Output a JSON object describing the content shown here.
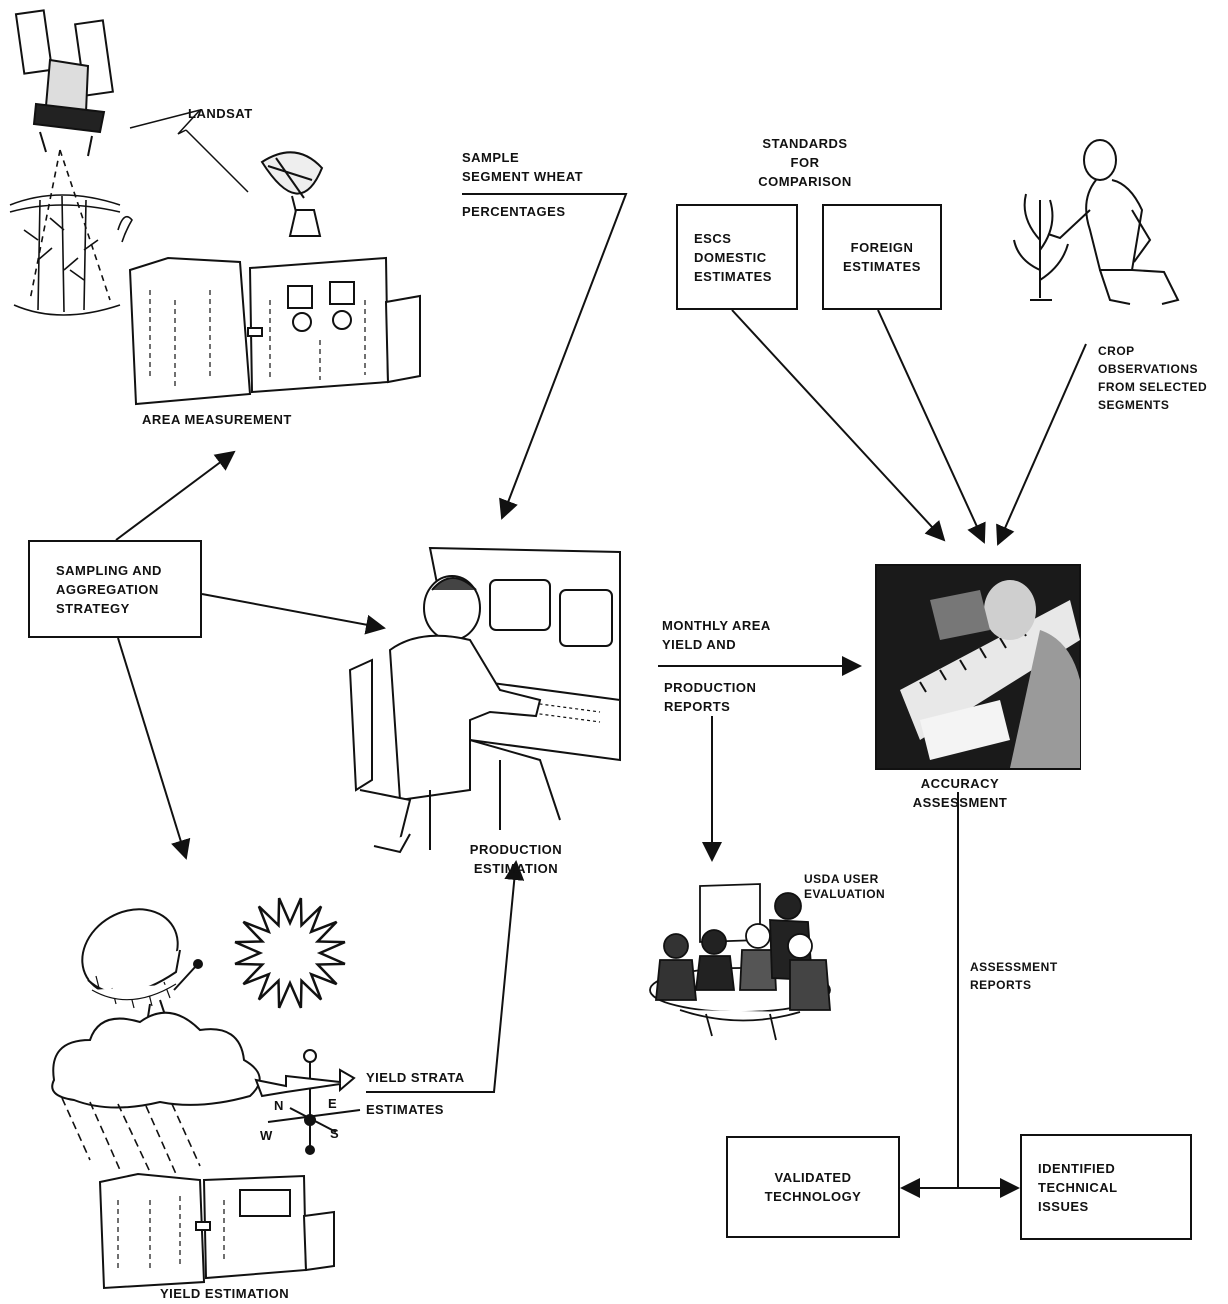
{
  "labels": {
    "landsat": "LANDSAT",
    "area_measurement": "AREA MEASUREMENT",
    "sample_segment": [
      "SAMPLE",
      "SEGMENT WHEAT"
    ],
    "percentages": "PERCENTAGES",
    "standards": [
      "STANDARDS",
      "FOR",
      "COMPARISON"
    ],
    "crop_observations": [
      "CROP",
      "OBSERVATIONS",
      "FROM SELECTED",
      "SEGMENTS"
    ],
    "monthly_area": [
      "MONTHLY AREA",
      "YIELD AND"
    ],
    "production_reports": [
      "PRODUCTION",
      "REPORTS"
    ],
    "production_estimation": [
      "PRODUCTION",
      "ESTIMATION"
    ],
    "accuracy_assessment": [
      "ACCURACY",
      "ASSESSMENT"
    ],
    "usda_user": [
      "USDA USER",
      "EVALUATION"
    ],
    "assessment_reports": [
      "ASSESSMENT",
      "REPORTS"
    ],
    "yield_strata": "YIELD STRATA",
    "estimates": "ESTIMATES",
    "yield_estimation": "YIELD ESTIMATION"
  },
  "boxes": {
    "sampling": [
      "SAMPLING AND",
      "AGGREGATION",
      "STRATEGY"
    ],
    "escs": [
      "ESCS",
      "DOMESTIC",
      "ESTIMATES"
    ],
    "foreign": [
      "FOREIGN",
      "ESTIMATES"
    ],
    "validated": [
      "VALIDATED",
      "TECHNOLOGY"
    ],
    "identified": [
      "IDENTIFIED",
      "TECHNICAL",
      "ISSUES"
    ]
  },
  "weather_vane_letters": [
    "N",
    "E",
    "W",
    "S"
  ],
  "colors": {
    "ink": "#111111",
    "paper": "#ffffff",
    "photo_dark": "#1a1a1a"
  }
}
